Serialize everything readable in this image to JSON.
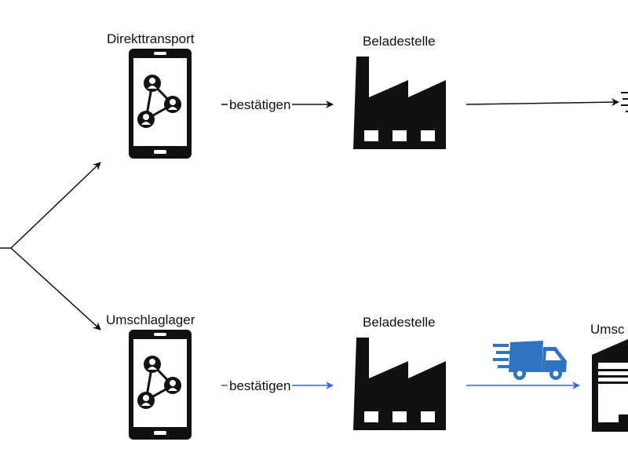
{
  "top_branch": {
    "phone_label": "Direkttransport",
    "edge_label": "bestätigen",
    "factory_label": "Beladestelle"
  },
  "bottom_branch": {
    "phone_label": "Umschlaglager",
    "edge_label": "bestätigen",
    "factory_label": "Beladestelle",
    "warehouse_label": "Umsc"
  },
  "colors": {
    "line": "#111111",
    "highlight": "#3a66d8",
    "truck": "#2f74c0"
  },
  "icons": [
    "smartphone-network-icon",
    "factory-icon",
    "truck-icon",
    "warehouse-icon",
    "truck-icon"
  ]
}
